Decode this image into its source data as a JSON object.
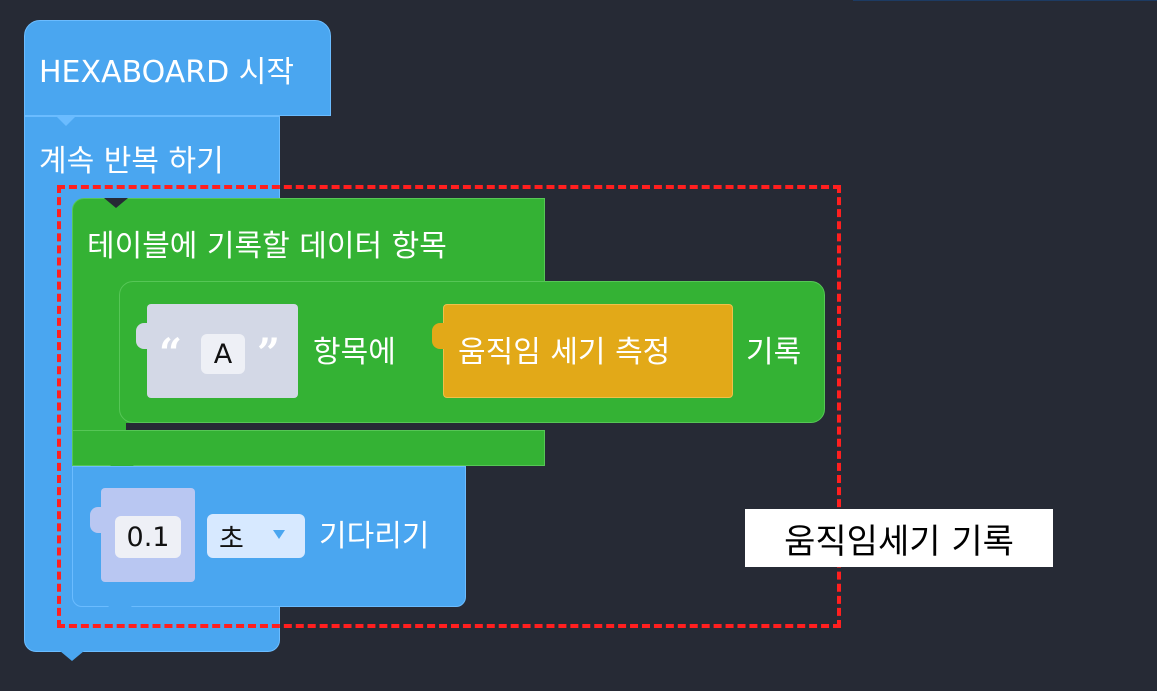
{
  "blocks": {
    "start_label": "HEXABOARD 시작",
    "forever_label": "계속 반복 하기",
    "table_log_label": "테이블에 기록할 데이터 항목",
    "item_key_value": "A",
    "item_suffix": "항목에",
    "sensor_label": "움직임 세기 측정",
    "record_label": "기록",
    "wait_value": "0.1",
    "wait_unit": "초",
    "wait_label": "기다리기"
  },
  "annotation": {
    "label": "움직임세기 기록"
  },
  "colors": {
    "background": "#262a35",
    "blue_block": "#4aa6f0",
    "green_block": "#34b234",
    "orange_block": "#e2a918",
    "text_block": "#d3d8e6",
    "number_block": "#b9c7f2",
    "annotation": "#ff1f1f"
  }
}
